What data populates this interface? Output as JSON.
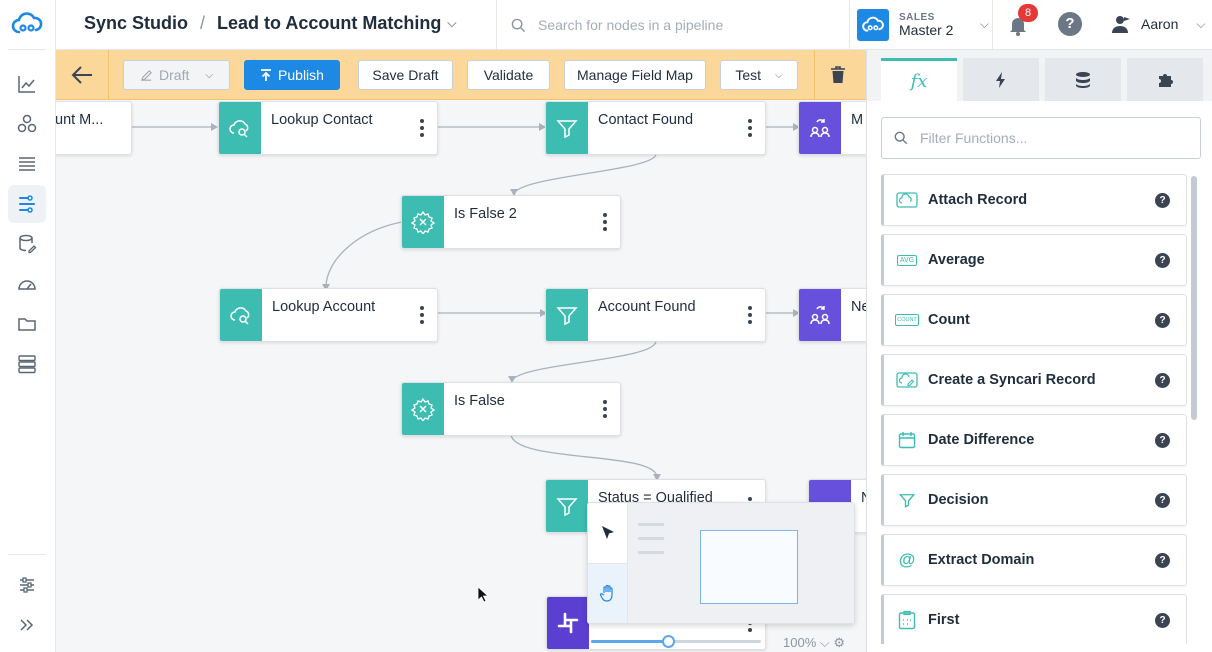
{
  "header": {
    "app_title": "Sync Studio",
    "separator": "/",
    "pipeline_name": "Lead to Account Matching",
    "search_placeholder": "Search for nodes in a pipeline",
    "env_label": "SALES",
    "env_name": "Master 2",
    "notification_count": "8",
    "help_label": "?",
    "user_name": "Aaron"
  },
  "toolbar": {
    "draft_label": "Draft",
    "publish_label": "Publish",
    "save_draft_label": "Save Draft",
    "validate_label": "Validate",
    "field_map_label": "Manage Field Map",
    "test_label": "Test"
  },
  "canvas": {
    "nodes": [
      {
        "label": "unt M..."
      },
      {
        "label": "Lookup Contact"
      },
      {
        "label": "Contact Found"
      },
      {
        "label": "M"
      },
      {
        "label": "Is False 2"
      },
      {
        "label": "Lookup Account"
      },
      {
        "label": "Account Found"
      },
      {
        "label": "Ne"
      },
      {
        "label": "Is False"
      },
      {
        "label": "Status = Qualified"
      },
      {
        "label": "N"
      }
    ],
    "zoom_level": "100%",
    "zoom_fraction": 0.45
  },
  "panel": {
    "filter_placeholder": "Filter Functions...",
    "tab_fx_label": "fx",
    "functions": [
      {
        "label": "Attach Record",
        "icon": "attach-record-icon"
      },
      {
        "label": "Average",
        "icon": "avg-icon",
        "badge": "AVG"
      },
      {
        "label": "Count",
        "icon": "count-icon",
        "badge": "COUNT"
      },
      {
        "label": "Create a Syncari Record",
        "icon": "create-record-icon"
      },
      {
        "label": "Date Difference",
        "icon": "calendar-icon"
      },
      {
        "label": "Decision",
        "icon": "funnel-icon"
      },
      {
        "label": "Extract Domain",
        "icon": "at-icon",
        "badge": "@"
      },
      {
        "label": "First",
        "icon": "first-icon"
      }
    ]
  },
  "colors": {
    "teal": "#3dbdb2",
    "purple": "#6650dc",
    "blue": "#1e88e5",
    "toolbar": "#fbd89a"
  }
}
